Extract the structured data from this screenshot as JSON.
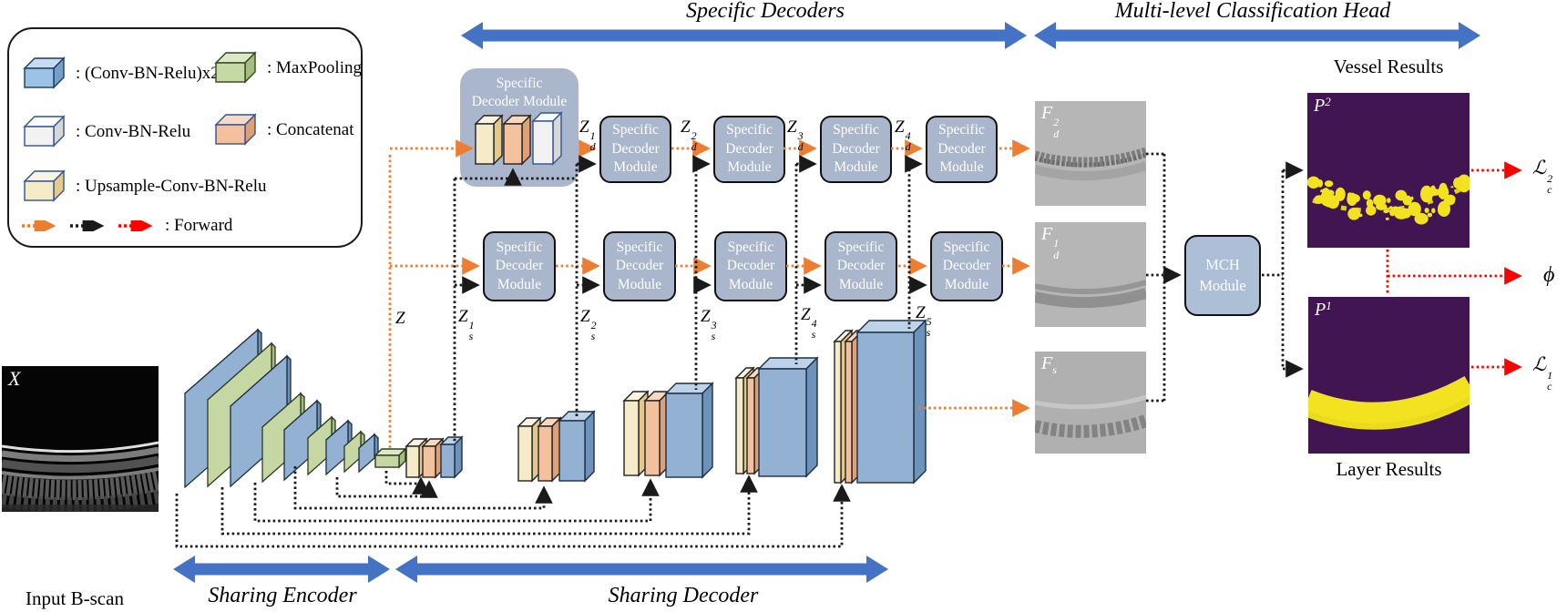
{
  "titles": {
    "specific_decoders": "Specific Decoders",
    "classification_head": "Multi-level Classification Head"
  },
  "footer": {
    "sharing_encoder": "Sharing Encoder",
    "sharing_decoder": "Sharing Decoder"
  },
  "legend": {
    "items": [
      {
        "icon": "conv-bn-relu-x2-block",
        "cube": "blue",
        "label": ": (Conv-BN-Relu)x2"
      },
      {
        "icon": "maxpooling-block",
        "cube": "green",
        "label": ": MaxPooling"
      },
      {
        "icon": "conv-bn-relu-block",
        "cube": "white",
        "label": ": Conv-BN-Relu"
      },
      {
        "icon": "concatenate-block",
        "cube": "orange",
        "label": ": Concatenat"
      },
      {
        "icon": "upsample-conv-bn-relu-block",
        "cube": "yellow",
        "label": ": Upsample-Conv-BN-Relu"
      },
      {
        "icon": "forward-arrows",
        "label": ": Forward"
      }
    ]
  },
  "modules": {
    "big": {
      "line1": "Specific",
      "line2": "Decoder Module"
    },
    "small_label_lines": [
      "Specific",
      "Decoder",
      "Module"
    ],
    "mch": {
      "line1": "MCH",
      "line2": "Module"
    }
  },
  "flow_labels": {
    "z": {
      "base": "Z"
    },
    "zd": [
      {
        "base": "Z",
        "sub": "d",
        "sup": "1"
      },
      {
        "base": "Z",
        "sub": "d",
        "sup": "2"
      },
      {
        "base": "Z",
        "sub": "d",
        "sup": "3"
      },
      {
        "base": "Z",
        "sub": "d",
        "sup": "4"
      }
    ],
    "zs": [
      {
        "base": "Z",
        "sub": "s",
        "sup": "1"
      },
      {
        "base": "Z",
        "sub": "s",
        "sup": "2"
      },
      {
        "base": "Z",
        "sub": "s",
        "sup": "3"
      },
      {
        "base": "Z",
        "sub": "s",
        "sup": "4"
      },
      {
        "base": "Z",
        "sub": "s",
        "sup": "5"
      }
    ]
  },
  "feature_maps": [
    {
      "name": "decoder-feature-2",
      "base": "F",
      "sub": "d",
      "sup": "2"
    },
    {
      "name": "decoder-feature-1",
      "base": "F",
      "sub": "d",
      "sup": "1"
    },
    {
      "name": "sharing-feature",
      "base": "F",
      "sub": "s"
    }
  ],
  "results": {
    "vessel_title": "Vessel Results",
    "layer_caption": "Layer Results",
    "p2": {
      "base": "P",
      "sup": "2"
    },
    "p1": {
      "base": "P",
      "sup": "1"
    }
  },
  "outputs": {
    "loss2": {
      "base": "ℒ",
      "sub": "c",
      "sup": "2"
    },
    "phi": {
      "base": "ϕ"
    },
    "loss1": {
      "base": "ℒ",
      "sub": "c",
      "sup": "1"
    }
  },
  "input": {
    "corner_label": "X",
    "caption": "Input B-scan"
  },
  "colors": {
    "accent_arrow_blue": "#4472c4",
    "forward_orange": "#ed7d31",
    "forward_black": "#1a1a1a",
    "forward_red": "#ff0000",
    "module_fill": "#a9b6cc",
    "result_purple": "#411552",
    "result_yellow": "#f2e21f",
    "feature_gray": "#b6b6b6"
  }
}
